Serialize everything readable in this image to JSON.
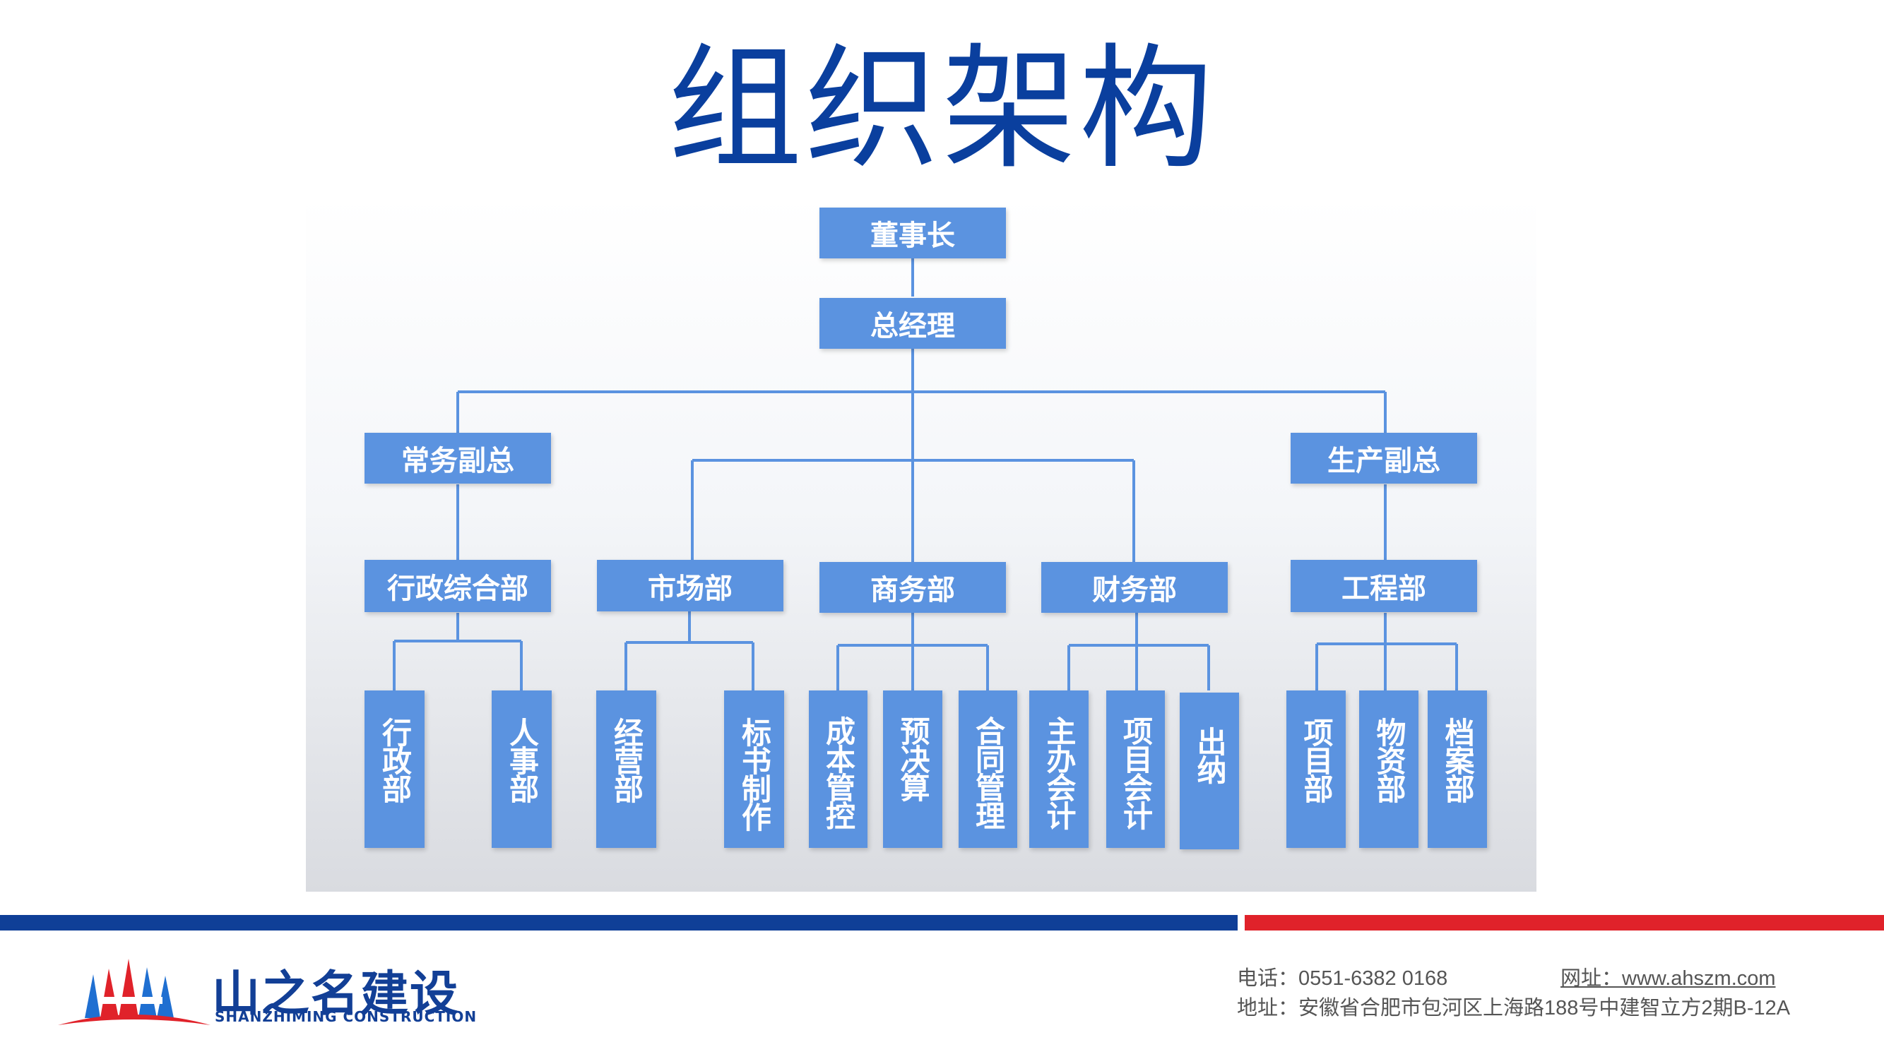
{
  "title": "组织架构",
  "org": {
    "chairman": "董事长",
    "gm": "总经理",
    "vp_routine": "常务副总",
    "vp_production": "生产副总",
    "admin_dept": "行政综合部",
    "market_dept": "市场部",
    "business_dept": "商务部",
    "finance_dept": "财务部",
    "engineering_dept": "工程部",
    "admin_sub": "行政部",
    "hr_sub": "人事部",
    "operation_sub": "经营部",
    "bid_sub": "标书制作",
    "cost_sub": "成本管控",
    "budget_sub": "预决算",
    "contract_sub": "合同管理",
    "chief_accountant": "主办会计",
    "project_accountant": "项目会计",
    "cashier": "出纳",
    "project_sub": "项目部",
    "material_sub": "物资部",
    "archive_sub": "档案部"
  },
  "footer": {
    "brand_cn": "山之名建设",
    "brand_en": "SHANZHIMING CONSTRUCTION",
    "phone": "电话：0551-6382 0168",
    "website": "网址：www.ahszm.com",
    "address": "地址：安徽省合肥市包河区上海路188号中建智立方2期B-12A"
  },
  "colors": {
    "title": "#0a3f9e",
    "box": "#5b93e0",
    "line": "#5b93e0",
    "bar_blue": "#0f3f97",
    "bar_red": "#e0222a"
  }
}
